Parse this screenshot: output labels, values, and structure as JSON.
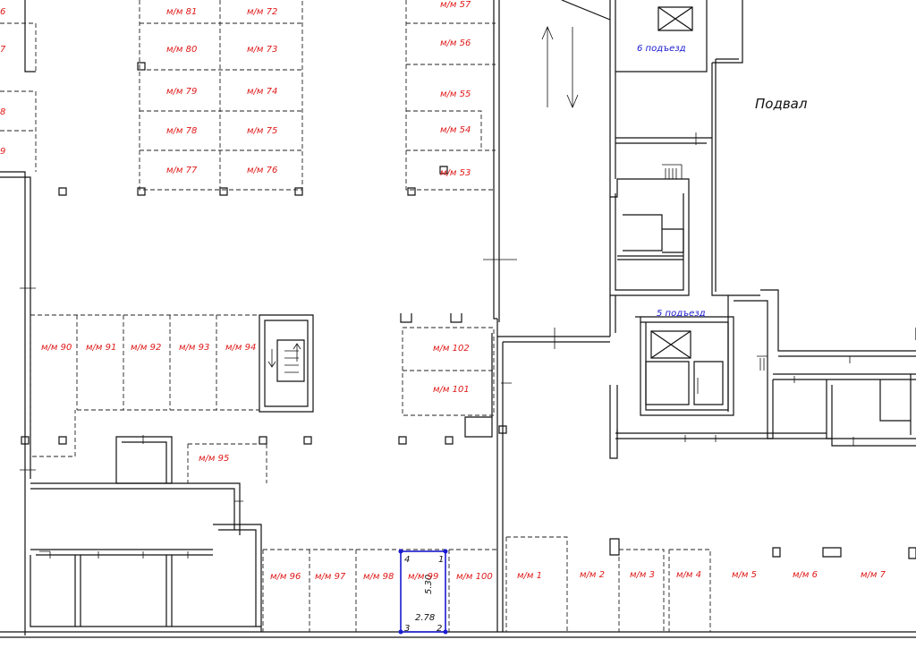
{
  "plan": {
    "basement_label": "Подвал",
    "entrances": [
      "6 подъезд",
      "5 подъезд"
    ],
    "spots": [
      {
        "id": "81",
        "text": "м/м 81"
      },
      {
        "id": "72",
        "text": "м/м 72"
      },
      {
        "id": "80",
        "text": "м/м 80"
      },
      {
        "id": "73",
        "text": "м/м 73"
      },
      {
        "id": "79",
        "text": "м/м 79"
      },
      {
        "id": "74",
        "text": "м/м 74"
      },
      {
        "id": "78",
        "text": "м/м 78"
      },
      {
        "id": "75",
        "text": "м/м 75"
      },
      {
        "id": "77",
        "text": "м/м 77"
      },
      {
        "id": "76",
        "text": "м/м 76"
      },
      {
        "id": "57",
        "text": "м/м 57"
      },
      {
        "id": "56",
        "text": "м/м 56"
      },
      {
        "id": "55",
        "text": "м/м 55"
      },
      {
        "id": "54",
        "text": "м/м 54"
      },
      {
        "id": "53",
        "text": "м/м 53"
      },
      {
        "id": "90",
        "text": "м/м 90"
      },
      {
        "id": "91",
        "text": "м/м 91"
      },
      {
        "id": "92",
        "text": "м/м 92"
      },
      {
        "id": "93",
        "text": "м/м 93"
      },
      {
        "id": "94",
        "text": "м/м 94"
      },
      {
        "id": "95",
        "text": "м/м 95"
      },
      {
        "id": "102",
        "text": "м/м 102"
      },
      {
        "id": "101",
        "text": "м/м 101"
      },
      {
        "id": "96",
        "text": "м/м 96"
      },
      {
        "id": "97",
        "text": "м/м 97"
      },
      {
        "id": "98",
        "text": "м/м 98"
      },
      {
        "id": "99",
        "text": "м/м 99"
      },
      {
        "id": "100",
        "text": "м/м 100"
      },
      {
        "id": "1",
        "text": "м/м 1"
      },
      {
        "id": "2",
        "text": "м/м 2"
      },
      {
        "id": "3",
        "text": "м/м 3"
      },
      {
        "id": "4",
        "text": "м/м 4"
      },
      {
        "id": "5",
        "text": "м/м 5"
      },
      {
        "id": "6",
        "text": "м/м 6"
      },
      {
        "id": "7",
        "text": "м/м 7"
      }
    ],
    "edge_left_numbers": [
      "6",
      "7",
      "8",
      "9"
    ],
    "highlight": {
      "spot": "м/м 99",
      "length": "5.30",
      "width": "2.78",
      "corners": [
        "1",
        "2",
        "3",
        "4"
      ],
      "color": "#1a1ad0"
    },
    "colors": {
      "spot_label": "#e01818",
      "entrance_label": "#1a1ad0",
      "lines": "#111111"
    }
  }
}
